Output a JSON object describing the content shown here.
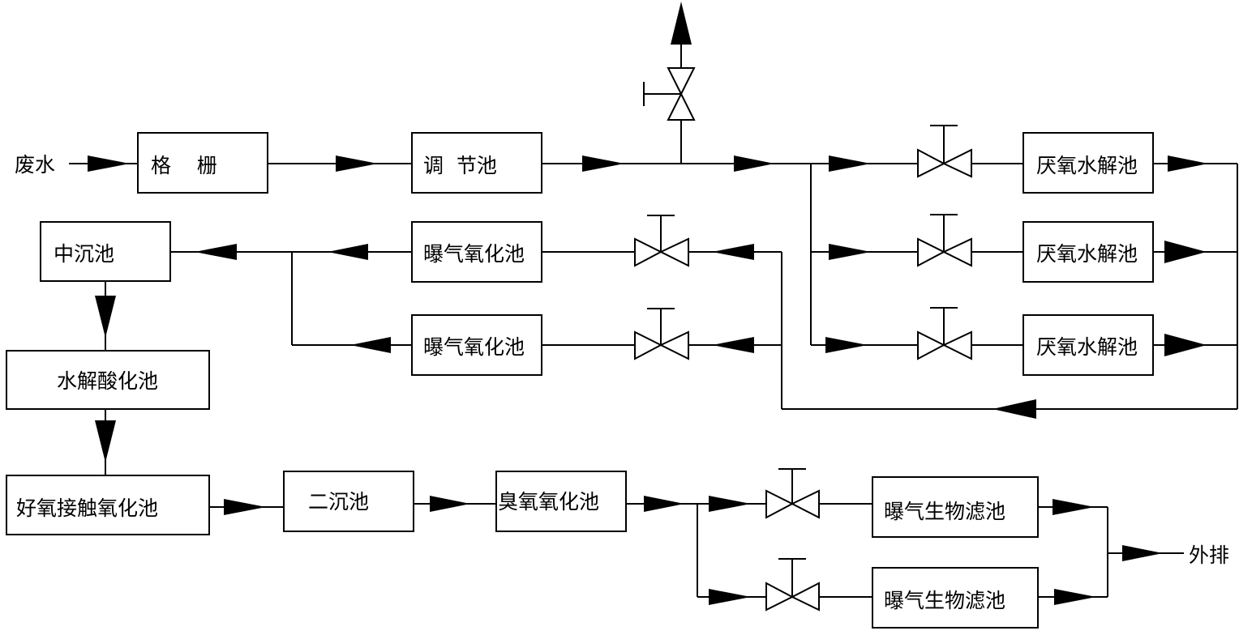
{
  "labels": {
    "input": "废水",
    "output": "外排",
    "grille": "格    栅",
    "equalization_tank": "调  节池",
    "anaerobic_hydrolysis_1": "厌氧水解池",
    "anaerobic_hydrolysis_2": "厌氧水解池",
    "anaerobic_hydrolysis_3": "厌氧水解池",
    "aeration_oxidation_1": "曝气氧化池",
    "aeration_oxidation_2": "曝气氧化池",
    "intermediate_settling": "中沉池",
    "hydrolysis_acidification": "水解酸化池",
    "aerobic_contact_oxidation": "好氧接触氧化池",
    "secondary_settling": "二沉池",
    "ozone_oxidation": "臭氧氧化池",
    "biological_aerated_filter_1": "曝气生物滤池",
    "biological_aerated_filter_2": "曝气生物滤池"
  }
}
